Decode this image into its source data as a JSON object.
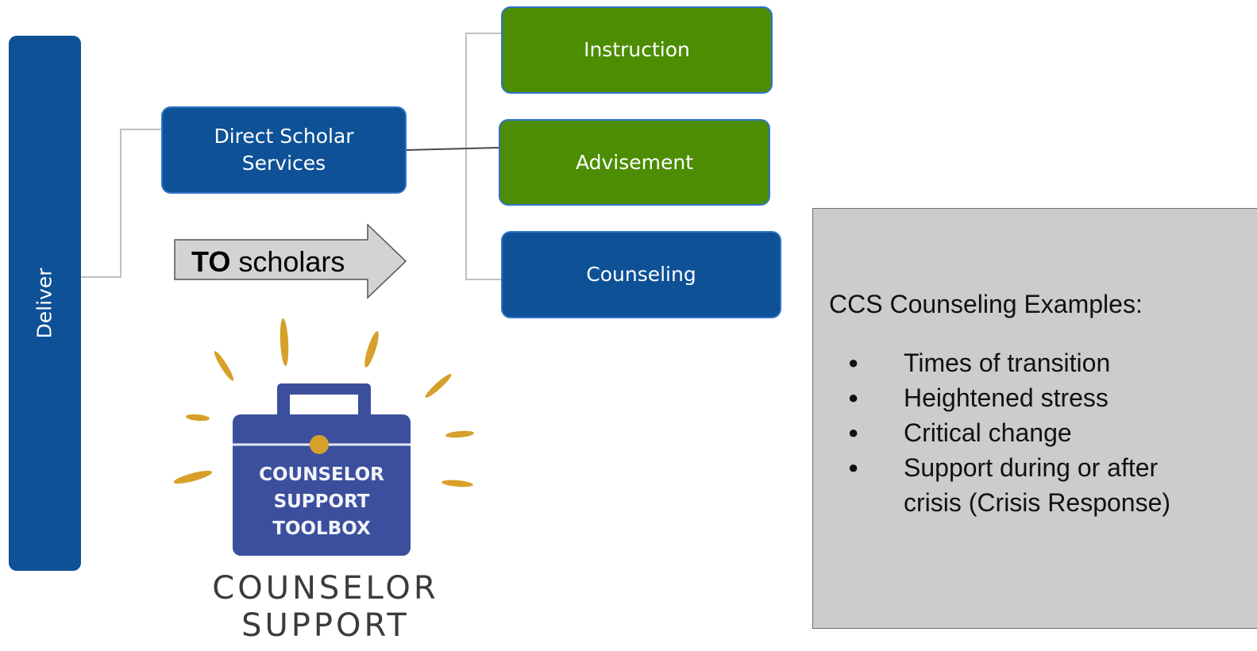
{
  "nodes": {
    "deliver": "Deliver",
    "direct_scholar_services": "Direct Scholar Services",
    "instruction": "Instruction",
    "advisement": "Advisement",
    "counseling": "Counseling"
  },
  "arrow": {
    "bold": "TO",
    "rest": " scholars"
  },
  "logo": {
    "badge_lines": [
      "COUNSELOR",
      "SUPPORT",
      "TOOLBOX"
    ],
    "caption_lines": [
      "COUNSELOR",
      "SUPPORT"
    ]
  },
  "examples": {
    "title": "CCS Counseling Examples:",
    "items": [
      "Times of transition",
      "Heightened stress",
      "Critical change",
      "Support during or after crisis (Crisis Response)"
    ]
  },
  "colors": {
    "blue": "#0e5196",
    "green": "#4c8d03",
    "panel": "#cccccc",
    "toolbox_blue": "#3c4f9c",
    "rays": "#d7a02a"
  }
}
